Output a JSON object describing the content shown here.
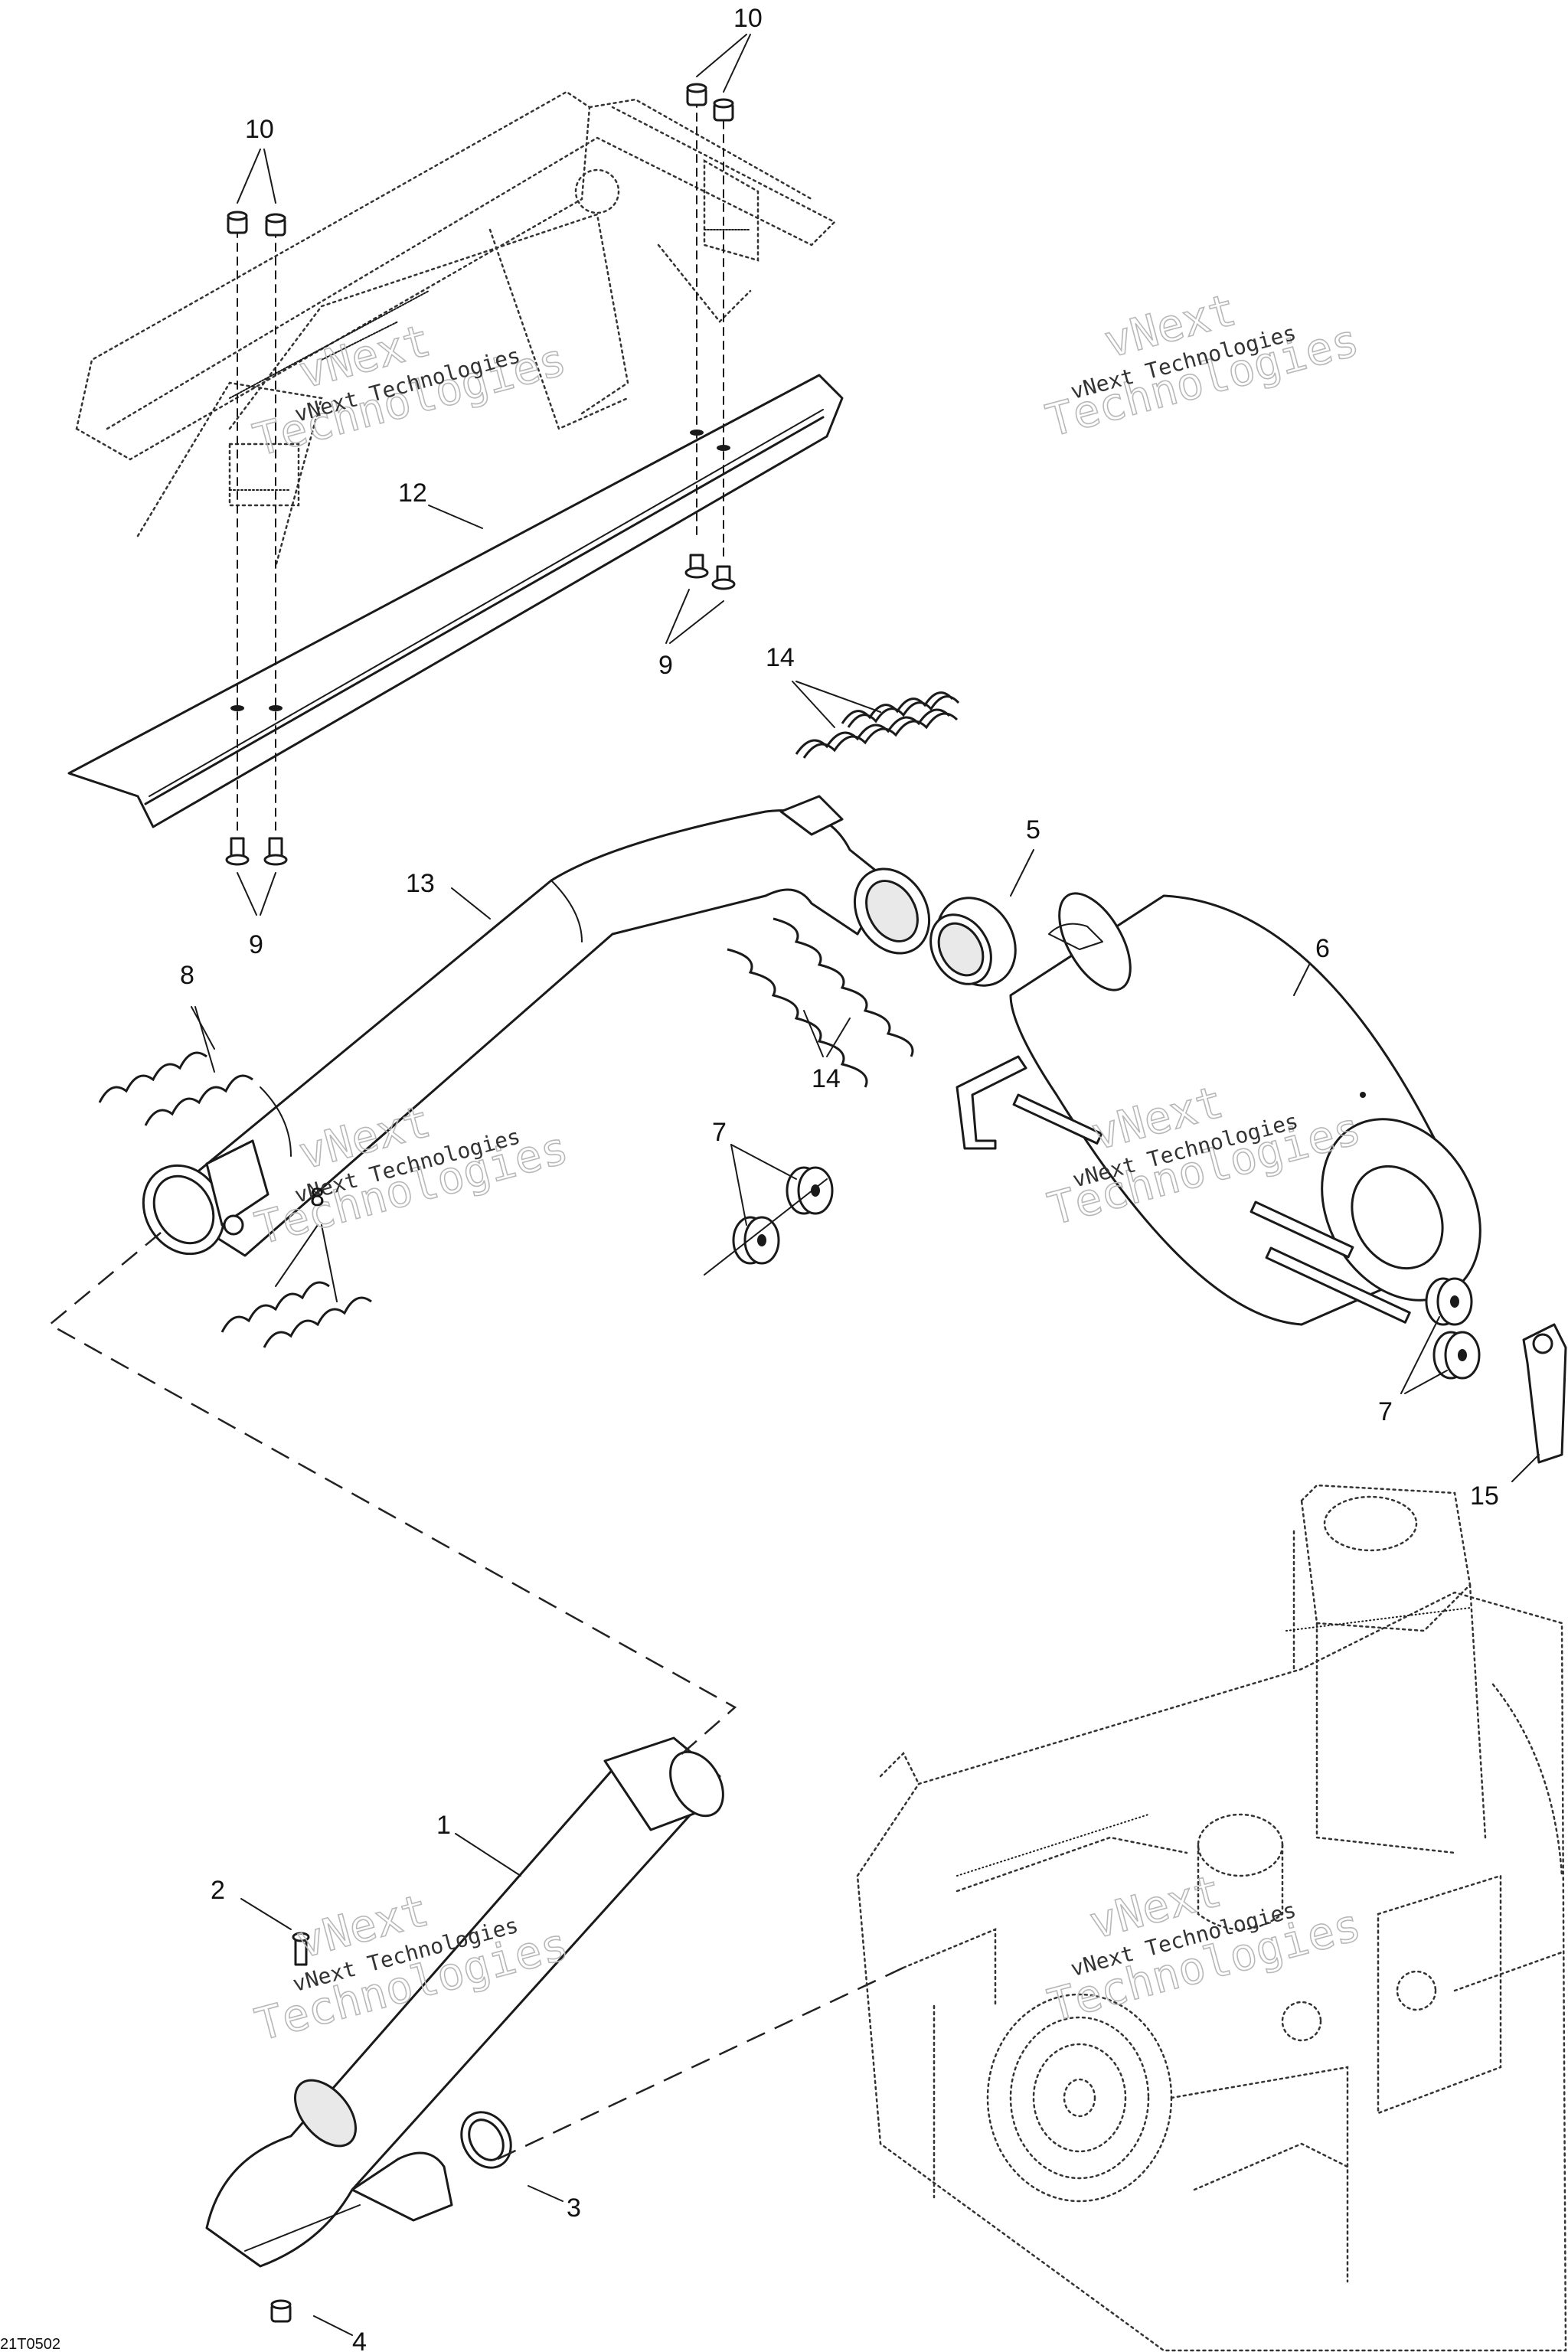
{
  "callouts": {
    "c1": "1",
    "c2": "2",
    "c3": "3",
    "c4": "4",
    "c5": "5",
    "c6": "6",
    "c7a": "7",
    "c7b": "7",
    "c8a": "8",
    "c8b": "8",
    "c9a": "9",
    "c9b": "9",
    "c10a": "10",
    "c10b": "10",
    "c12": "12",
    "c13": "13",
    "c14a": "14",
    "c14b": "14",
    "c15": "15"
  },
  "watermark": {
    "line1": "vNext",
    "line2": "Technologies",
    "small": "vNext Technologies"
  },
  "reference_code": "21T0502"
}
